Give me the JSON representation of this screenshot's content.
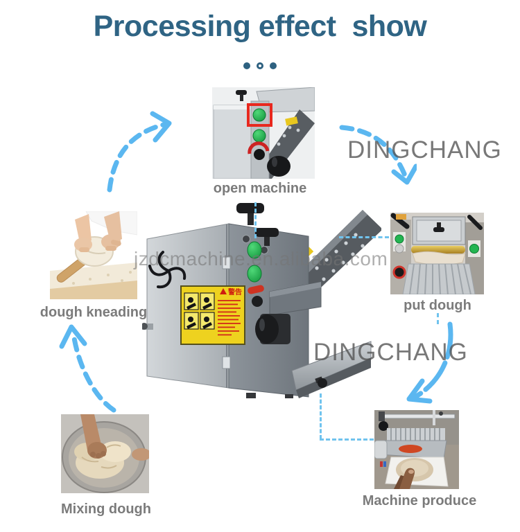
{
  "header": {
    "title": "Processing effect  show"
  },
  "watermarks": {
    "site": "jzdcmachine.en.alibaba.com",
    "brand_upper": "DINGCHANG",
    "brand_lower": "DINGCHANG"
  },
  "machine": {
    "warning_header": "警告"
  },
  "steps": [
    {
      "id": "open-machine",
      "label": "open machine"
    },
    {
      "id": "put-dough",
      "label": "put dough"
    },
    {
      "id": "machine-produce",
      "label": "Machine produce"
    },
    {
      "id": "mixing-dough",
      "label": "Mixing dough"
    },
    {
      "id": "dough-kneading",
      "label": "dough kneading"
    }
  ],
  "colors": {
    "title_blue": "#2f6484",
    "arrow_blue": "#5bb7f0",
    "leader_blue": "#70c3ee",
    "label_gray": "#7b7b7b",
    "watermark_gray": "#767676",
    "button_green": "#23b551",
    "warning_yellow": "#eed21f",
    "highlight_red": "#e8281e"
  }
}
